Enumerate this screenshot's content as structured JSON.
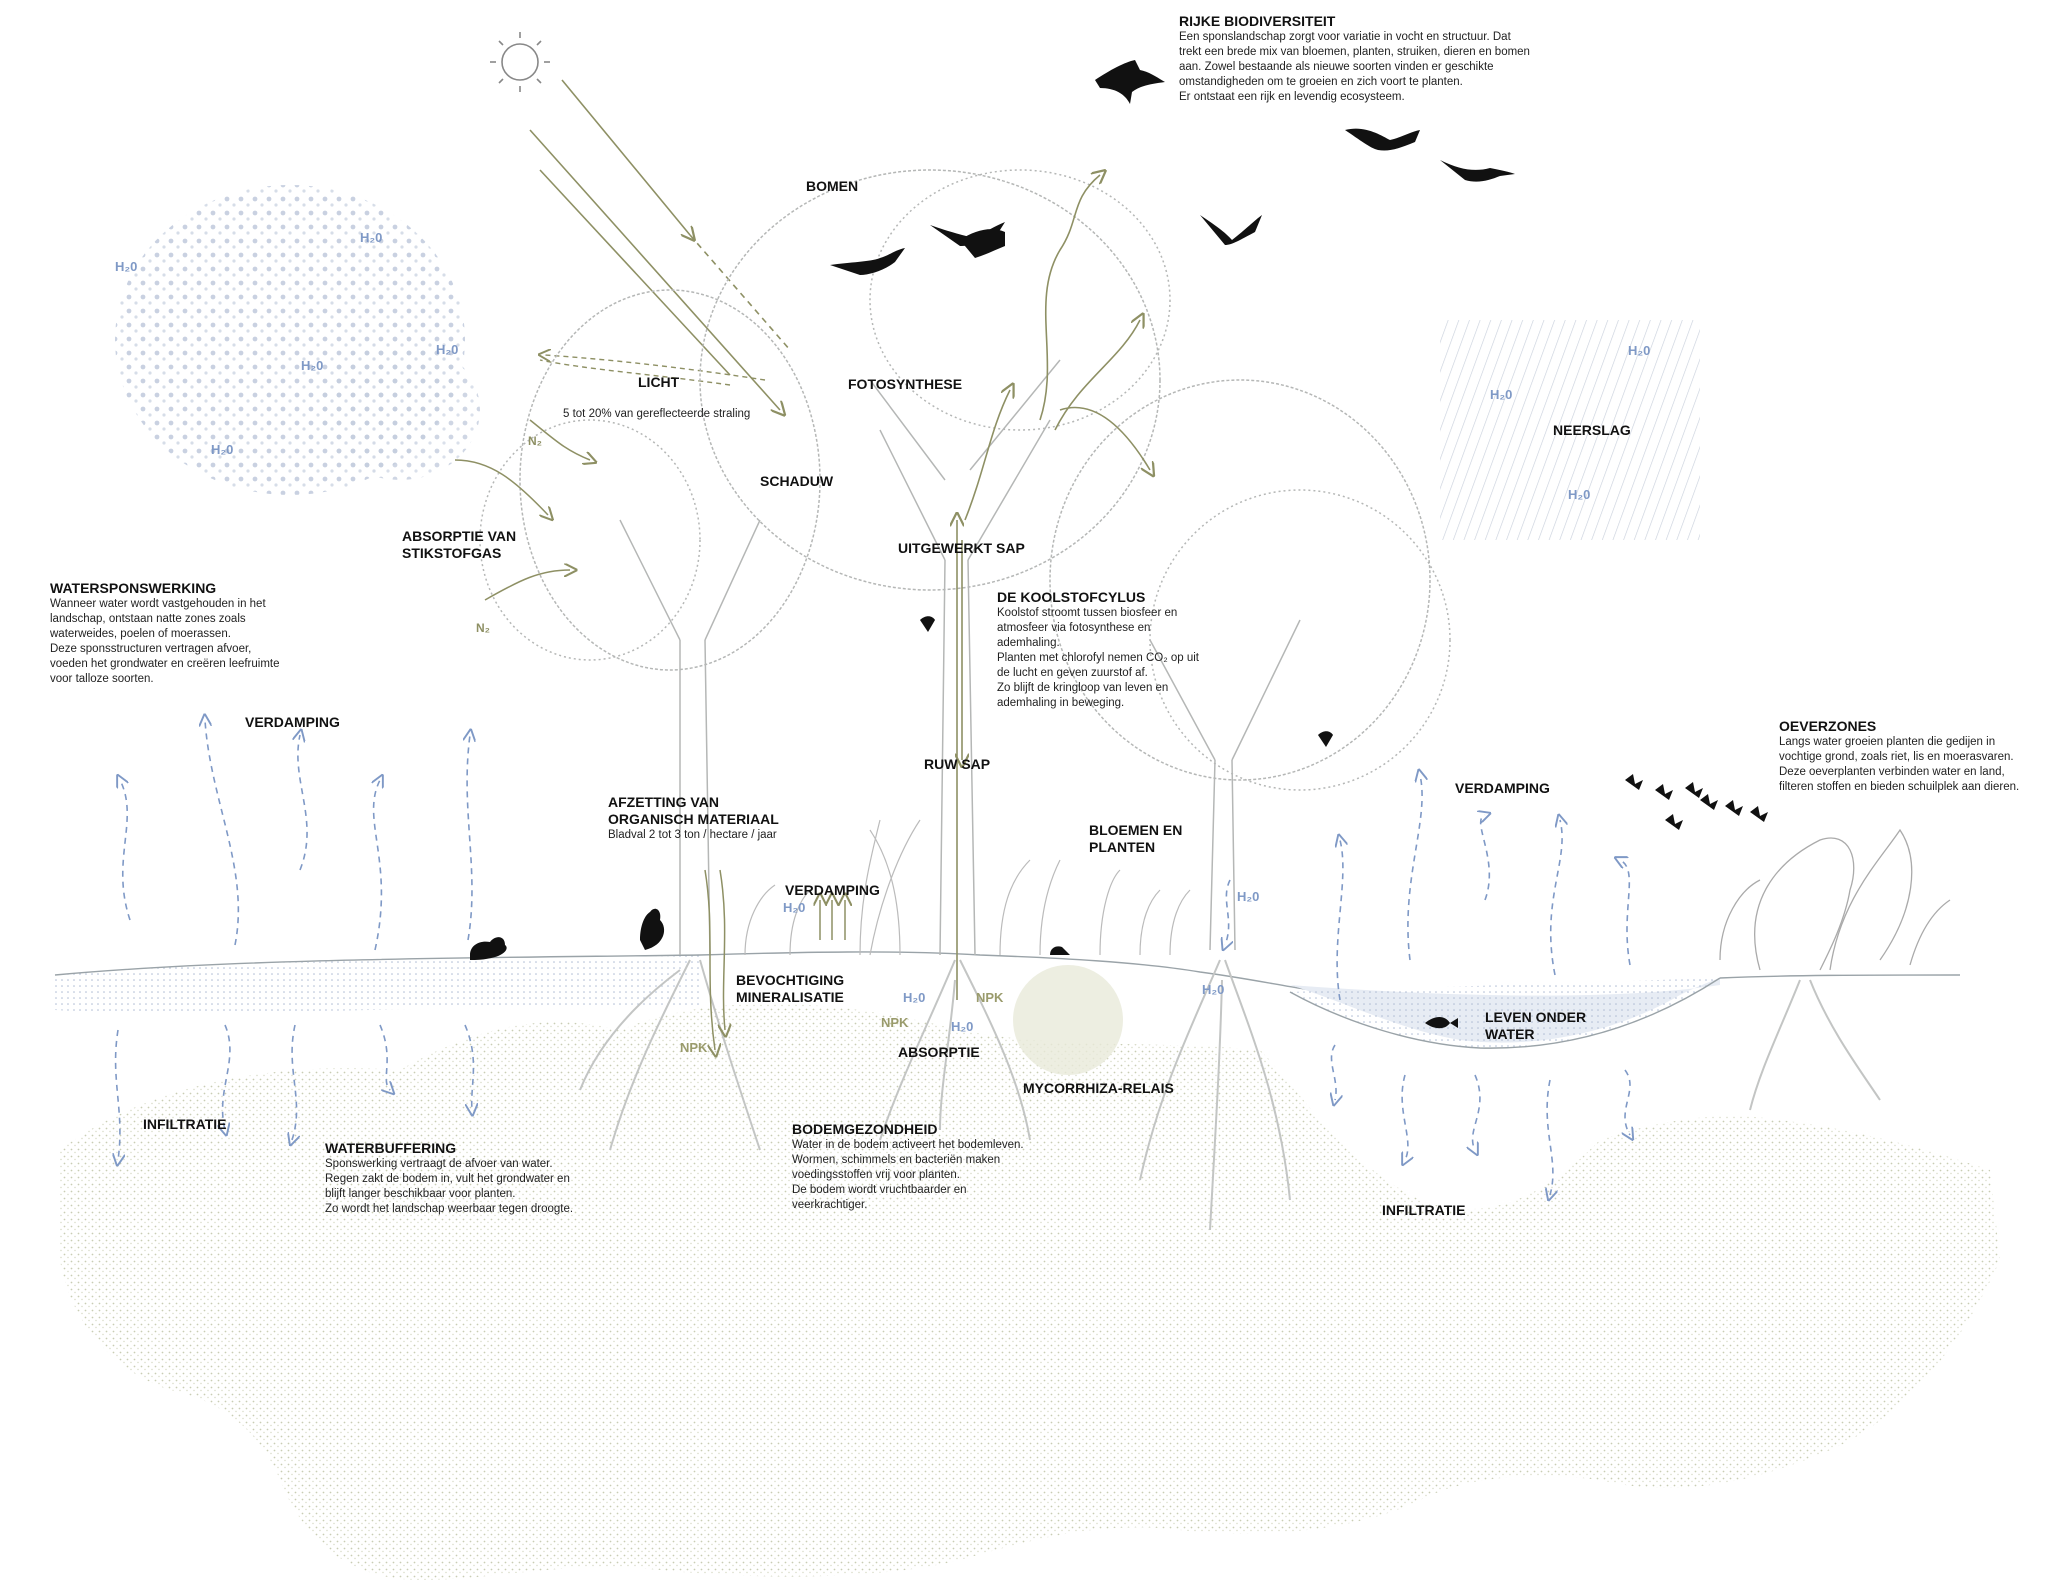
{
  "labels": {
    "bomen": "BOMEN",
    "licht": "LICHT",
    "reflect": "5 tot 20% van gereflecteerde straling",
    "fotosynthese": "FOTOSYNTHESE",
    "schaduw": "SCHADUW",
    "uitgewerkt_sap": "UITGEWERKT SAP",
    "absorptie_stikstof": "ABSORPTIE VAN\nSTIKSTOFGAS",
    "neerslag": "NEERSLAG",
    "verdamping_left": "VERDAMPING",
    "verdamping_mid": "VERDAMPING",
    "verdamping_right": "VERDAMPING",
    "ruw_sap": "RUW SAP",
    "bloemen_planten": "BLOEMEN EN\nPLANTEN",
    "bevochtiging": "BEVOCHTIGING\nMINERALISATIE",
    "absorptie": "ABSORPTIE",
    "mycorrhiza": "MYCORRHIZA-RELAIS",
    "infiltratie_left": "INFILTRATIE",
    "infiltratie_right": "INFILTRATIE",
    "leven_onder_water": "LEVEN ONDER\nWATER"
  },
  "blocks": {
    "biodiversiteit": {
      "title": "RIJKE BIODIVERSITEIT",
      "text": "Een sponslandschap zorgt voor variatie in vocht en structuur. Dat\ntrekt een brede mix van bloemen, planten, struiken, dieren en bomen\naan. Zowel bestaande als nieuwe soorten vinden er geschikte\nomstandigheden om te groeien en zich voort te planten.\nEr ontstaat een rijk en levendig ecosysteem."
    },
    "watersponswerking": {
      "title": "WATERSPONSWERKING",
      "text": "Wanneer water wordt vastgehouden in het\nlandschap, ontstaan natte zones zoals\nwaterweides, poelen of moerassen.\nDeze sponsstructuren vertragen afvoer,\nvoeden het grondwater en creëren leefruimte\nvoor talloze soorten."
    },
    "koolstofcyclus": {
      "title": "DE KOOLSTOFCYLUS",
      "text": "Koolstof stroomt tussen biosfeer en\natmosfeer via fotosynthese en\nademhaling.\nPlanten met chlorofyl nemen CO₂ op uit\nde lucht en geven zuurstof af.\nZo blijft de kringloop van leven en\nademhaling in beweging."
    },
    "oeverzones": {
      "title": "OEVERZONES",
      "text": "Langs water groeien planten die gedijen in\nvochtige grond, zoals riet, lis en moerasvaren.\nDeze oeverplanten verbinden water en land,\nfilteren stoffen en bieden schuilplek aan dieren."
    },
    "afzetting": {
      "title": "AFZETTING VAN\nORGANISCH MATERIAAL",
      "text": "Bladval 2 tot 3 ton / hectare / jaar"
    },
    "waterbuffering": {
      "title": "WATERBUFFERING",
      "text": "Sponswerking vertraagt de afvoer van water.\nRegen zakt de bodem in, vult het grondwater en\nblijft langer beschikbaar voor planten.\nZo wordt het landschap weerbaar tegen droogte."
    },
    "bodemgezondheid": {
      "title": "BODEMGEZONDHEID",
      "text": "Water in de bodem activeert het bodemleven.\nWormen, schimmels en bacteriën maken\nvoedingsstoffen vrij voor planten.\nDe bodem wordt vruchtbaarder en\nveerkrachtiger."
    }
  },
  "h2o_markers": [
    "H₂0",
    "H₂0",
    "H₂0",
    "H₂0",
    "H₂0",
    "H₂0",
    "H₂0",
    "H₂0",
    "H₂0",
    "H₂0",
    "H₂0",
    "H₂0",
    "H₂0"
  ],
  "npk_markers": [
    "NPK",
    "NPK",
    "NPK"
  ],
  "n2_markers": [
    "N₂",
    "N₂"
  ],
  "colors": {
    "water_blue": "#7f99c6",
    "nutrient_olive": "#8e9064",
    "tree_grey": "#b5b7b6",
    "soil_dots": "#d9dccb"
  }
}
